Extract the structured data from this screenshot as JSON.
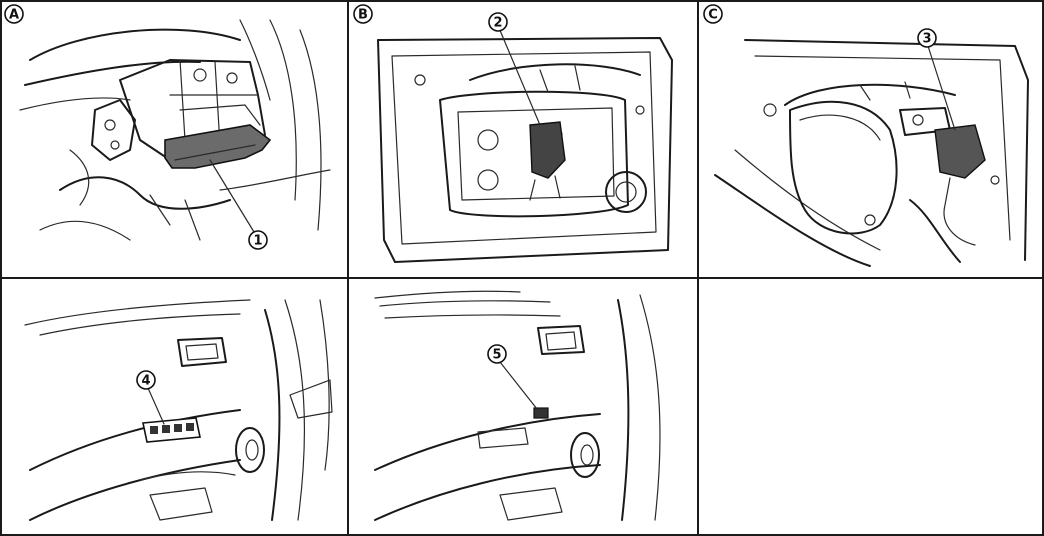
{
  "panels": [
    {
      "id": "A",
      "letter": "A",
      "callout": "1"
    },
    {
      "id": "B",
      "letter": "B",
      "callout": "2"
    },
    {
      "id": "C",
      "letter": "C",
      "callout": "3"
    },
    {
      "id": "D",
      "letter": "",
      "callout": "4"
    },
    {
      "id": "E",
      "letter": "",
      "callout": "5"
    },
    {
      "id": "F",
      "letter": "",
      "callout": ""
    }
  ],
  "colors": {
    "line": "#1a1a1a",
    "background": "#ffffff",
    "shade": "#6b6b6b"
  }
}
